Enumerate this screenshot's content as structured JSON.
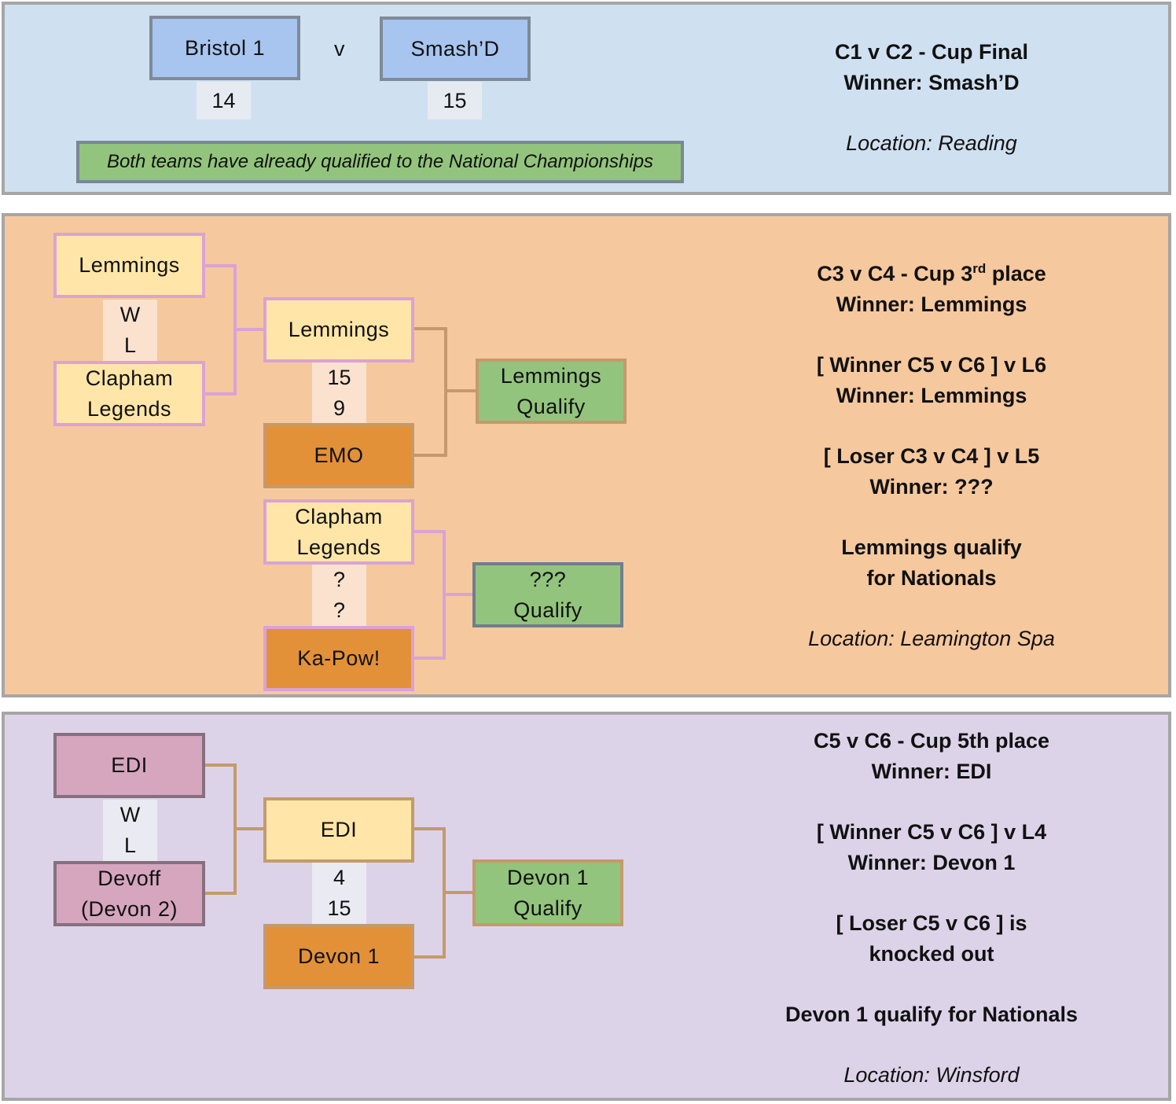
{
  "cup_final": {
    "team1": "Bristol 1",
    "versus": "v",
    "team2": "Smash’D",
    "score1": "14",
    "score2": "15",
    "note": "Both teams have already qualified to the National Championships",
    "info_title": "C1 v C2  - Cup Final",
    "info_winner": "Winner: Smash’D",
    "info_location": "Location: Reading"
  },
  "third_place": {
    "r1_top": "Lemmings",
    "r1_bottom_line1": "Clapham",
    "r1_bottom_line2": "Legends",
    "r1_res_top": "W",
    "r1_res_bottom": "L",
    "m1_top": "Lemmings",
    "m1_score_top": "15",
    "m1_score_bottom": "9",
    "m1_bottom": "EMO",
    "m1_result_line1": "Lemmings",
    "m1_result_line2": "Qualify",
    "m2_top_line1": "Clapham",
    "m2_top_line2": "Legends",
    "m2_score_top": "?",
    "m2_score_bottom": "?",
    "m2_bottom": "Ka-Pow!",
    "m2_result_line1": "???",
    "m2_result_line2": "Qualify",
    "info_title_pre": "C3 v C4  - Cup 3",
    "info_title_sup": "rd",
    "info_title_post": " place",
    "info_winner": "Winner: Lemmings",
    "info_line3": "[ Winner C5 v C6 ] v L6",
    "info_line4": "Winner: Lemmings",
    "info_line5": "[ Loser C3 v C4 ] v L5",
    "info_line6": "Winner: ???",
    "info_line7": "Lemmings qualify",
    "info_line8": "for Nationals",
    "info_location": "Location: Leamington Spa"
  },
  "fifth_place": {
    "r1_top": "EDI",
    "r1_bottom_line1": "Devoff",
    "r1_bottom_line2": "(Devon 2)",
    "r1_res_top": "W",
    "r1_res_bottom": "L",
    "m1_top": "EDI",
    "m1_score_top": "4",
    "m1_score_bottom": "15",
    "m1_bottom": "Devon 1",
    "m1_result_line1": "Devon 1",
    "m1_result_line2": "Qualify",
    "info_title": "C5 v C6  - Cup 5th place",
    "info_winner": "Winner: EDI",
    "info_line3": "[ Winner C5 v C6 ] v L4",
    "info_line4": "Winner: Devon 1",
    "info_line5": "[ Loser C5 v C6 ] is",
    "info_line6": "knocked out",
    "info_line7": "Devon 1 qualify for Nationals",
    "info_location": "Location: Winsford"
  },
  "colors": {
    "panel_blue": "#cfe0f1",
    "panel_peach": "#f6c89e",
    "panel_lavender": "#ddd3e9",
    "team_blue": "#a8c5f0",
    "team_yellow": "#ffe6a8",
    "team_orange": "#e39138",
    "qualify_green": "#93c47d",
    "team_pink": "#d5a6bd",
    "connector_pink": "#d9a3d4",
    "connector_tan": "#c49a6c"
  }
}
